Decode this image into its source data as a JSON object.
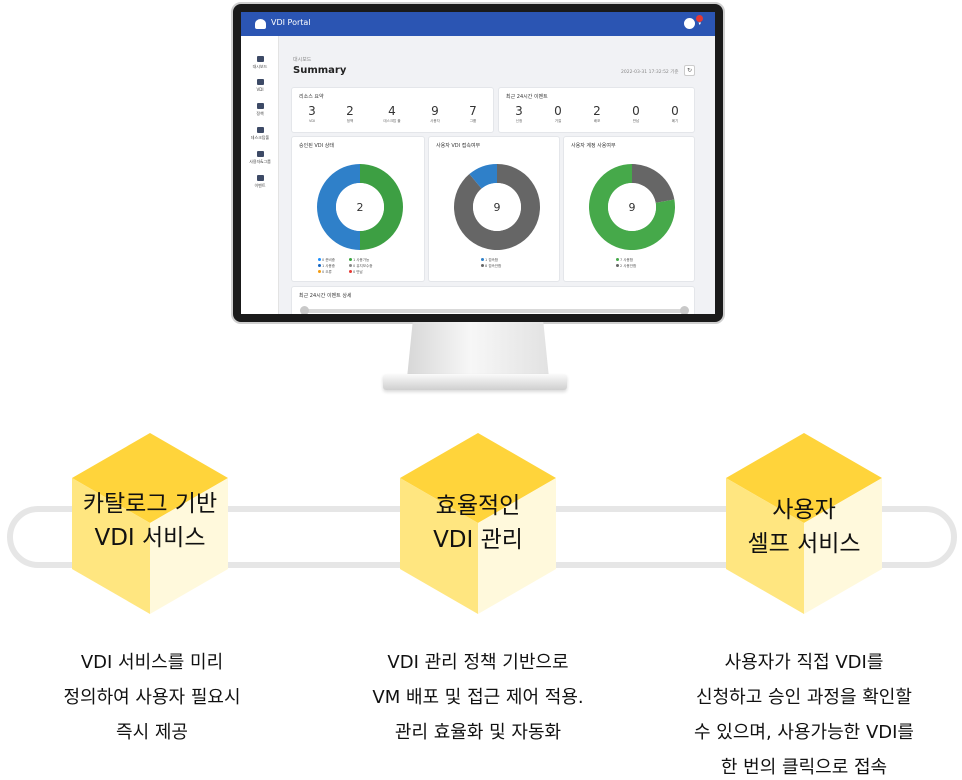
{
  "portal": {
    "app_title": "VDI Portal",
    "sidebar": [
      {
        "label": "대시보드",
        "icon": "dashboard-icon"
      },
      {
        "label": "VDI",
        "icon": "vdi-icon"
      },
      {
        "label": "정책",
        "icon": "policy-icon"
      },
      {
        "label": "데스크탑풀",
        "icon": "desktop-pool-icon"
      },
      {
        "label": "사용자&그룹",
        "icon": "users-icon"
      },
      {
        "label": "이벤트",
        "icon": "event-icon"
      }
    ],
    "breadcrumb": "대시보드",
    "page_title": "Summary",
    "timestamp": "2022-03-31 17:32:52 기준",
    "resource_summary": {
      "title": "리소스 요약",
      "stats": [
        {
          "value": "3",
          "label": "VDI"
        },
        {
          "value": "2",
          "label": "정책"
        },
        {
          "value": "4",
          "label": "데스크탑 풀"
        },
        {
          "value": "9",
          "label": "사용자"
        },
        {
          "value": "7",
          "label": "그룹"
        }
      ]
    },
    "recent_events": {
      "title": "최근 24시간 이벤트",
      "stats": [
        {
          "value": "3",
          "label": "신청"
        },
        {
          "value": "0",
          "label": "거절"
        },
        {
          "value": "2",
          "label": "배포"
        },
        {
          "value": "0",
          "label": "반납"
        },
        {
          "value": "0",
          "label": "폐기"
        }
      ]
    },
    "donut_cards": [
      {
        "title": "승인된 VDI 상태",
        "center": "2",
        "legend": [
          {
            "text": "0 준비중",
            "color": "#1e90ff"
          },
          {
            "text": "1 사용가능",
            "color": "#3aa53f"
          },
          {
            "text": "1 사용중",
            "color": "#1565c0"
          },
          {
            "text": "0 유지보수중",
            "color": "#888888"
          },
          {
            "text": "0 오류",
            "color": "#f39c12"
          },
          {
            "text": "0 반납",
            "color": "#e53935"
          }
        ],
        "segments": [
          {
            "value": 1,
            "color": "#3d9f43"
          },
          {
            "value": 1,
            "color": "#2f80c9"
          }
        ]
      },
      {
        "title": "사용자 VDI 접속여부",
        "center": "9",
        "legend": [
          {
            "text": "1 접속함",
            "color": "#2f80c9"
          },
          {
            "text": "8 접속안함",
            "color": "#666666"
          }
        ],
        "segments": [
          {
            "value": 8,
            "color": "#666666"
          },
          {
            "value": 1,
            "color": "#2f80c9"
          }
        ]
      },
      {
        "title": "사용자 계정 사용여부",
        "center": "9",
        "legend": [
          {
            "text": "7 사용함",
            "color": "#46a94a"
          },
          {
            "text": "2 사용안함",
            "color": "#666666"
          }
        ],
        "segments": [
          {
            "value": 2,
            "color": "#666666"
          },
          {
            "value": 7,
            "color": "#46a94a"
          }
        ]
      }
    ],
    "event_detail": {
      "title": "최근 24시간 이벤트 상세",
      "tick": "10"
    }
  },
  "features": [
    {
      "title_line1": "카탈로그 기반",
      "title_line2": "VDI 서비스",
      "desc": [
        "VDI 서비스를 미리",
        "정의하여 사용자 필요시",
        "즉시 제공"
      ]
    },
    {
      "title_line1": "효율적인",
      "title_line2": "VDI 관리",
      "desc": [
        "VDI 관리 정책 기반으로",
        "VM 배포 및 접근 제어 적용.",
        "관리 효율화 및 자동화"
      ]
    },
    {
      "title_line1": "사용자",
      "title_line2": "셀프 서비스",
      "desc": [
        "사용자가 직접 VDI를",
        "신청하고 승인 과정을 확인할",
        "수 있으며, 사용가능한 VDI를",
        "한 번의 클릭으로 접속"
      ]
    }
  ],
  "colors": {
    "hex_top": "#ffd43b",
    "hex_left": "#ffe57f",
    "hex_right": "#fff9d9",
    "app_bar": "#2b55b3"
  }
}
